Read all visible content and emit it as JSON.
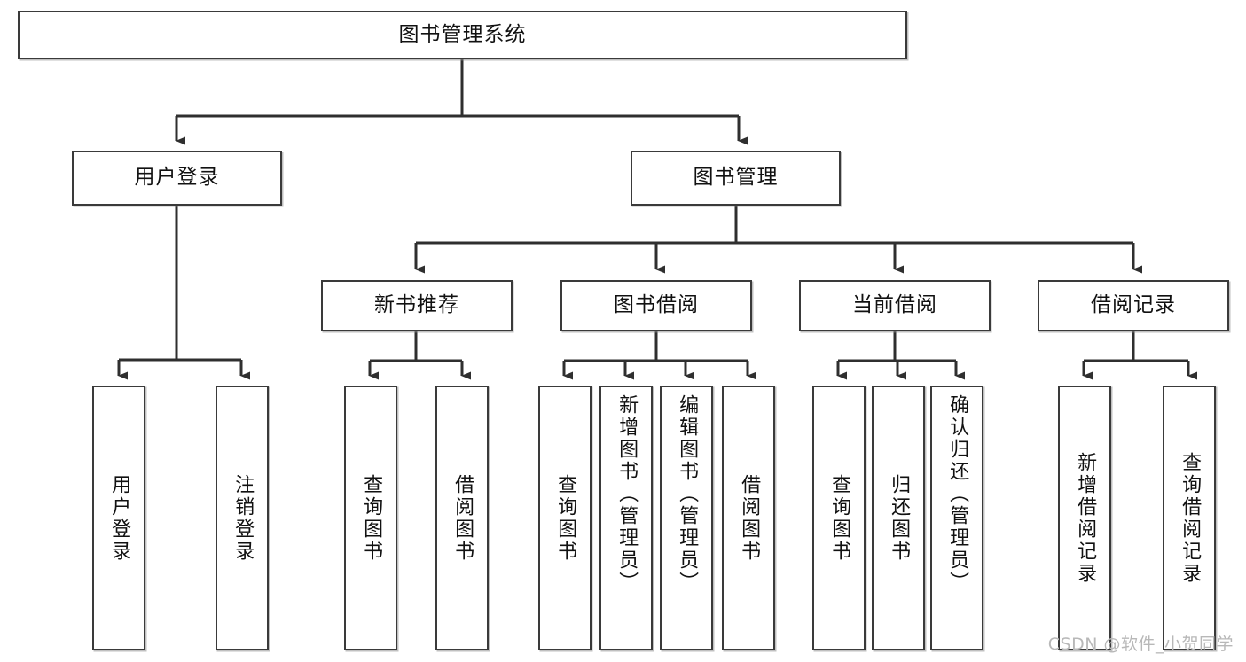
{
  "diagram": {
    "type": "tree",
    "title": "图书管理系统",
    "root": {
      "label": "图书管理系统"
    },
    "level2": [
      {
        "label": "用户登录"
      },
      {
        "label": "图书管理"
      }
    ],
    "level3": [
      {
        "label": "新书推荐"
      },
      {
        "label": "图书借阅"
      },
      {
        "label": "当前借阅"
      },
      {
        "label": "借阅记录"
      }
    ],
    "leaves": {
      "user_login": [
        {
          "label": "用户登录"
        },
        {
          "label": "注销登录"
        }
      ],
      "new_book_recommend": [
        {
          "label": "查询图书"
        },
        {
          "label": "借阅图书"
        }
      ],
      "book_borrow": [
        {
          "label": "查询图书"
        },
        {
          "label": "新增图书（管理员）"
        },
        {
          "label": "编辑图书（管理员）"
        },
        {
          "label": "借阅图书"
        }
      ],
      "current_borrow": [
        {
          "label": "查询图书"
        },
        {
          "label": "归还图书"
        },
        {
          "label": "确认归还（管理员）"
        }
      ],
      "borrow_record": [
        {
          "label": "新增借阅记录"
        },
        {
          "label": "查询借阅记录"
        }
      ]
    }
  },
  "watermark": {
    "text": "CSDN @软件_小贺同学"
  },
  "colors": {
    "box_border": "#3a3a3a",
    "box_fill": "#ffffff",
    "connector": "#2f2f2f",
    "text": "#111111",
    "watermark": "#b8b8b8"
  }
}
